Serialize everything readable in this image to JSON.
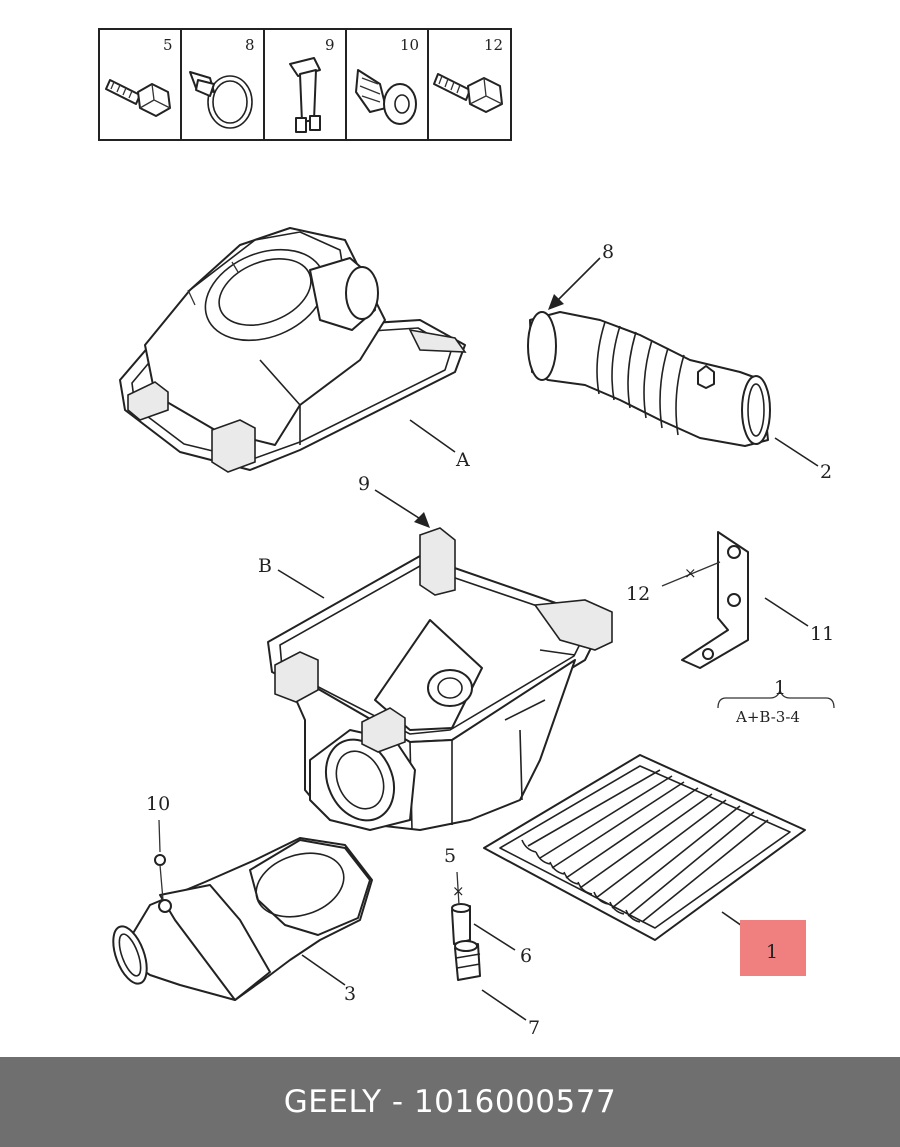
{
  "parts_legend": [
    "5",
    "8",
    "9",
    "10",
    "12"
  ],
  "callouts": {
    "p8": "8",
    "p2": "2",
    "pA": "A",
    "p9": "9",
    "pB": "B",
    "p12": "12",
    "p11": "11",
    "assembly_num": "1",
    "assembly_formula": "A+B-3-4",
    "p10": "10",
    "p5": "5",
    "p6": "6",
    "p3": "3",
    "p7": "7",
    "p1_highlight": "1"
  },
  "highlight_color": "#f08080",
  "footer": {
    "text": "GEELY - 1016000577"
  }
}
